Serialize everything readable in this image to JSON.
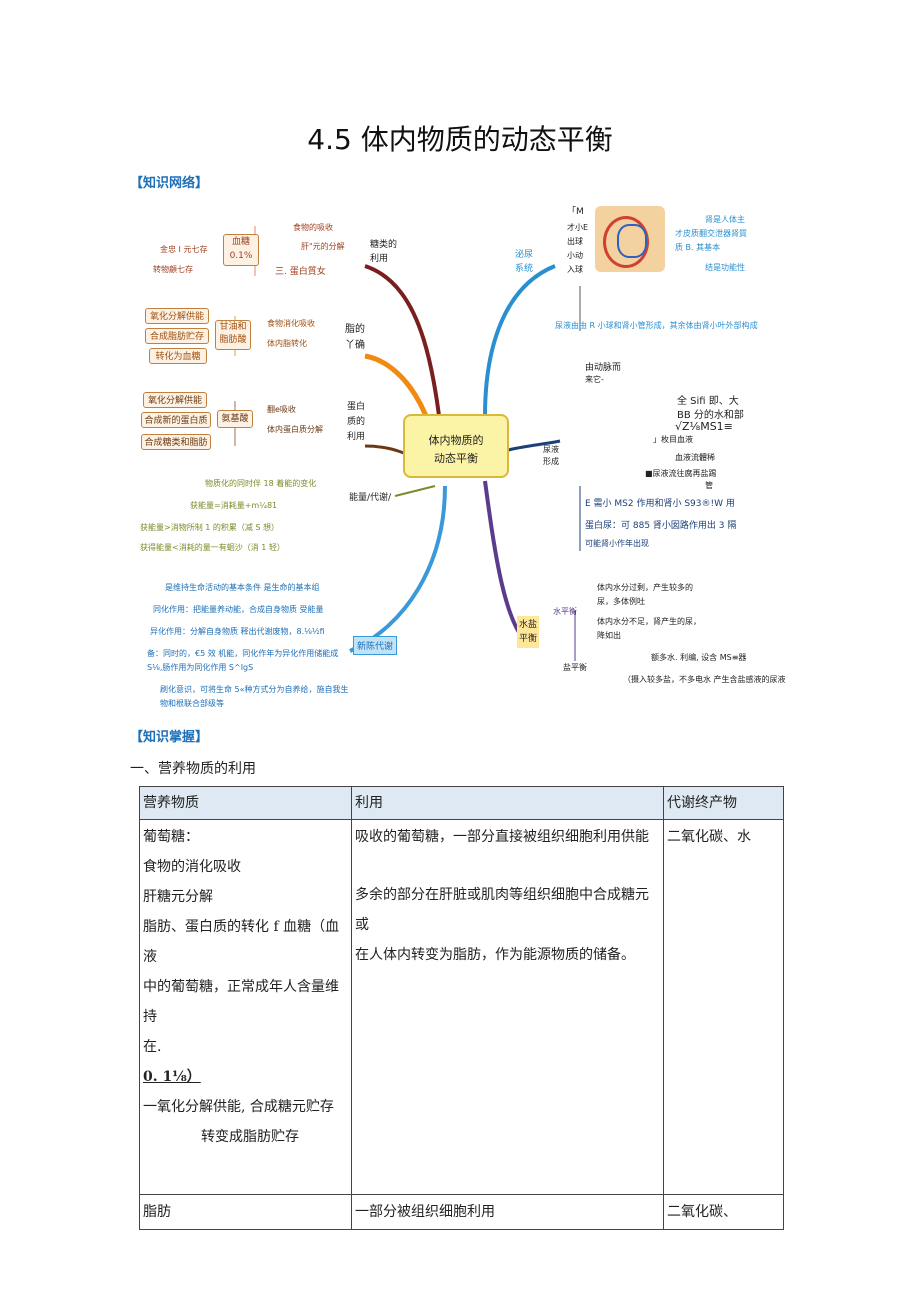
{
  "page": {
    "title": "4.5 体内物质的动态平衡",
    "section_network": "【知识网络】",
    "section_mastery": "【知识掌握】",
    "heading_1": "一、营养物质的利用"
  },
  "mindmap": {
    "center": [
      "体内物质的",
      "动态平衡"
    ],
    "branches": {
      "sugar": "糖类的\n利用",
      "fat": "脂的\n丫确",
      "protein": "蛋白\n质的\n利用",
      "energy": "能量/代谢/",
      "metabolism": "新陈代谢",
      "urine": "泌尿\n系统",
      "water_salt": "水盐\n平衡"
    },
    "sugar_nodes": [
      "食物的吸收",
      "肝\"元的分解",
      "三. 蛋白質女",
      "金忠 I 元七存",
      "转物顧七存",
      "血糖\n0.1%"
    ],
    "fat_nodes": [
      "氧化分解供能",
      "合成脂肪贮存",
      "转化为血糖",
      "食物消化吸收",
      "体内脂转化",
      "甘油和\n脂肪酸"
    ],
    "protein_nodes": [
      "氧化分解供能",
      "合成新的蛋白质",
      "合成糖类和脂肪",
      "翻e吸收",
      "体内蛋白质分解",
      "氨基酸"
    ],
    "energy_notes": [
      "物质化的同时伴 18 着能的变化",
      "获能量=消耗量+m¼81",
      "获能量>消物所制 1 的积累（减 S 想）",
      "获得能量<消耗的量一有蛔沙（消 1 轻）"
    ],
    "metabolism_notes": [
      "是维持生命活动的基本条件 是生命的基本组",
      "同化作用：把能量养动能，合成自身物质 受能量",
      "异化作用：分解自身物质 释出代谢废物，8.⅛½fi",
      "备：同时的，€5 效 机能，同化作年为异化作用储能成",
      "S⅛,肠作用为同化作用 S^IgS",
      "刷化意识，可将生命 5«种方式分为自养给，施自我生",
      "物和根联合部级等"
    ],
    "urine_notes": [
      "「M",
      "才小E",
      "出球",
      "小动",
      "入球",
      "肾是人体主",
      "才皮质翻交泄器肾質",
      "质 B. 其基本",
      "结是功能性",
      "尿液由由 R 小球和肾小管形成，其余体由肾小叶外部构成"
    ],
    "blood_notes": [
      "由动脉而",
      "来它-",
      "全 Sifi 即、大",
      "BB 分的水和部",
      "√Z⅛MS1≡",
      "」枚目血液",
      "血液流體稀",
      "■尿液流往腐再盐踢",
      "管",
      "尿液\n形成",
      "E 需小 MS2 作用和肾小 S93®!W 用",
      "蛋白尿：可 885 肾小囡路作用出 3 隔",
      "可能肾小作年出现"
    ],
    "water_notes": [
      "体内水分过剩，产生较多的",
      "尿，多体例吐",
      "体内水分不足，肾产生的尿，",
      "降如出",
      "水平衡",
      "盐平衡",
      "额多水. 利编, 设含 MS≡器",
      "（摄入较多盐，不多电水 产生含盐感液的尿液"
    ]
  },
  "table": {
    "headers": [
      "营养物质",
      "利用",
      "代谢终产物"
    ],
    "rows": [
      {
        "substance": [
          "葡萄糖：",
          "食物的消化吸收",
          "肝糖元分解",
          "脂肪、蛋白质的转化 f 血糖（血液",
          "中的葡萄糖，正常成年人含量维持",
          "在.",
          "0. 1⅛）",
          "一氧化分解供能, 合成糖元贮存",
          "转变成脂肪贮存"
        ],
        "use": [
          "吸收的葡萄糖，一部分直接被组织细胞利用供能",
          "多余的部分在肝脏或肌肉等组织细胞中合成糖元或",
          "在人体内转变为脂肪，作为能源物质的储备。"
        ],
        "product": "二氧化碳、水"
      },
      {
        "substance": [
          "脂肪"
        ],
        "use": [
          "一部分被组织细胞利用"
        ],
        "product": "二氧化碳、"
      }
    ]
  },
  "colors": {
    "sugar_branch": "#7a1f1f",
    "fat_branch": "#f08a10",
    "protein_branch": "#6b3a14",
    "energy_branch": "#7c8b2a",
    "metabolism_branch": "#3a9ad9",
    "urine_branch": "#2a8fd0",
    "blood_branch": "#1b3f78",
    "water_branch": "#5a3b8c",
    "center_fill": "#fbf3a6"
  }
}
